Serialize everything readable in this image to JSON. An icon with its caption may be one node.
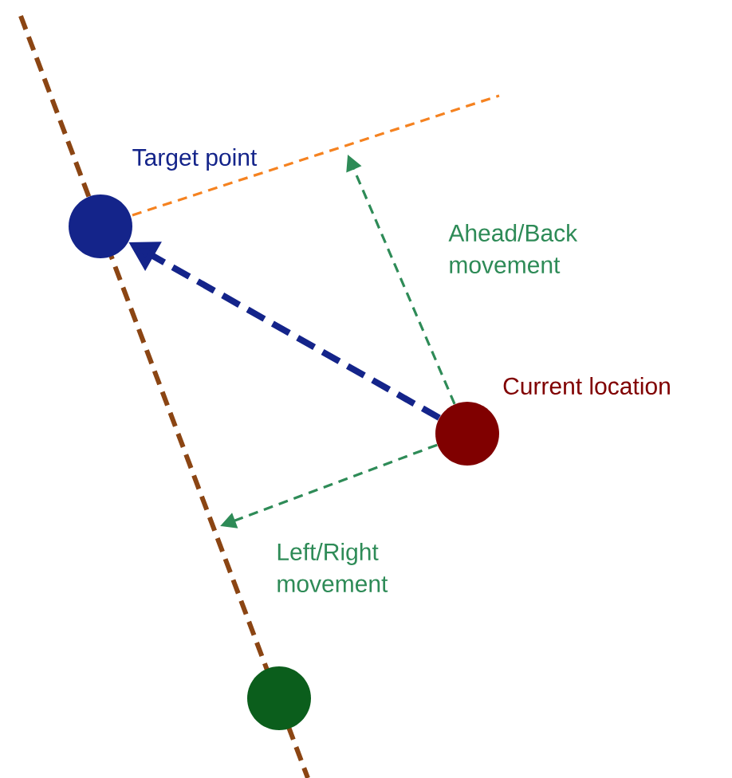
{
  "diagram": {
    "nodes": [
      {
        "text": [
          "Target point"
        ]
      },
      {
        "text": [
          "Current location"
        ]
      },
      {
        "text": [],
        "shape": "circle"
      }
    ],
    "edges": [
      {
        "from": 1,
        "to": 0,
        "arrow": "to",
        "style": "dashed",
        "color": "#14248a"
      },
      {
        "from": 1,
        "to": null,
        "arrow": "to",
        "style": "dashed",
        "label": "Ahead/Back movement"
      },
      {
        "from": 1,
        "to": null,
        "arrow": "to",
        "style": "dashed",
        "label": "Left/Right movement"
      }
    ]
  }
}
